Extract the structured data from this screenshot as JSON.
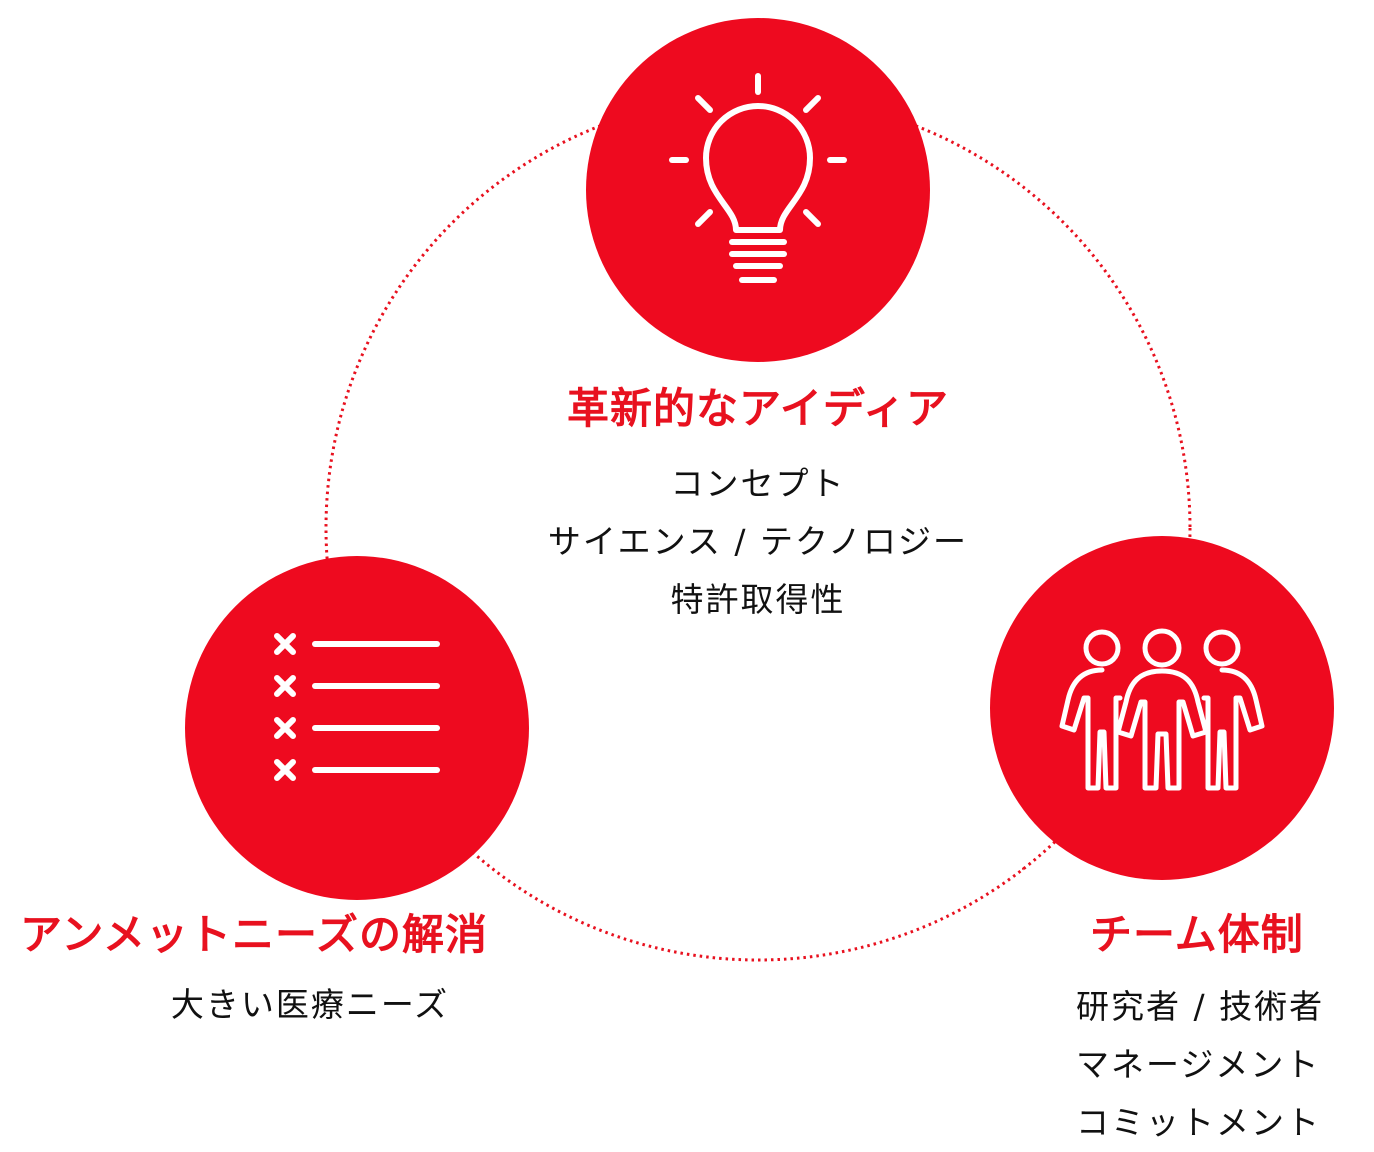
{
  "colors": {
    "accent": "#ee0a1f",
    "title": "#e8111f",
    "body_text": "#111111",
    "background": "#ffffff"
  },
  "nodes": {
    "idea": {
      "icon": "lightbulb-icon",
      "title": "革新的なアイディア",
      "items": [
        "コンセプト",
        "サイエンス / テクノロジー",
        "特許取得性"
      ]
    },
    "needs": {
      "icon": "checklist-x-icon",
      "title": "アンメットニーズの解消",
      "items": [
        "大きい医療ニーズ"
      ]
    },
    "team": {
      "icon": "team-people-icon",
      "title": "チーム体制",
      "items": [
        "研究者 / 技術者",
        "マネージメント",
        "コミットメント"
      ]
    }
  }
}
